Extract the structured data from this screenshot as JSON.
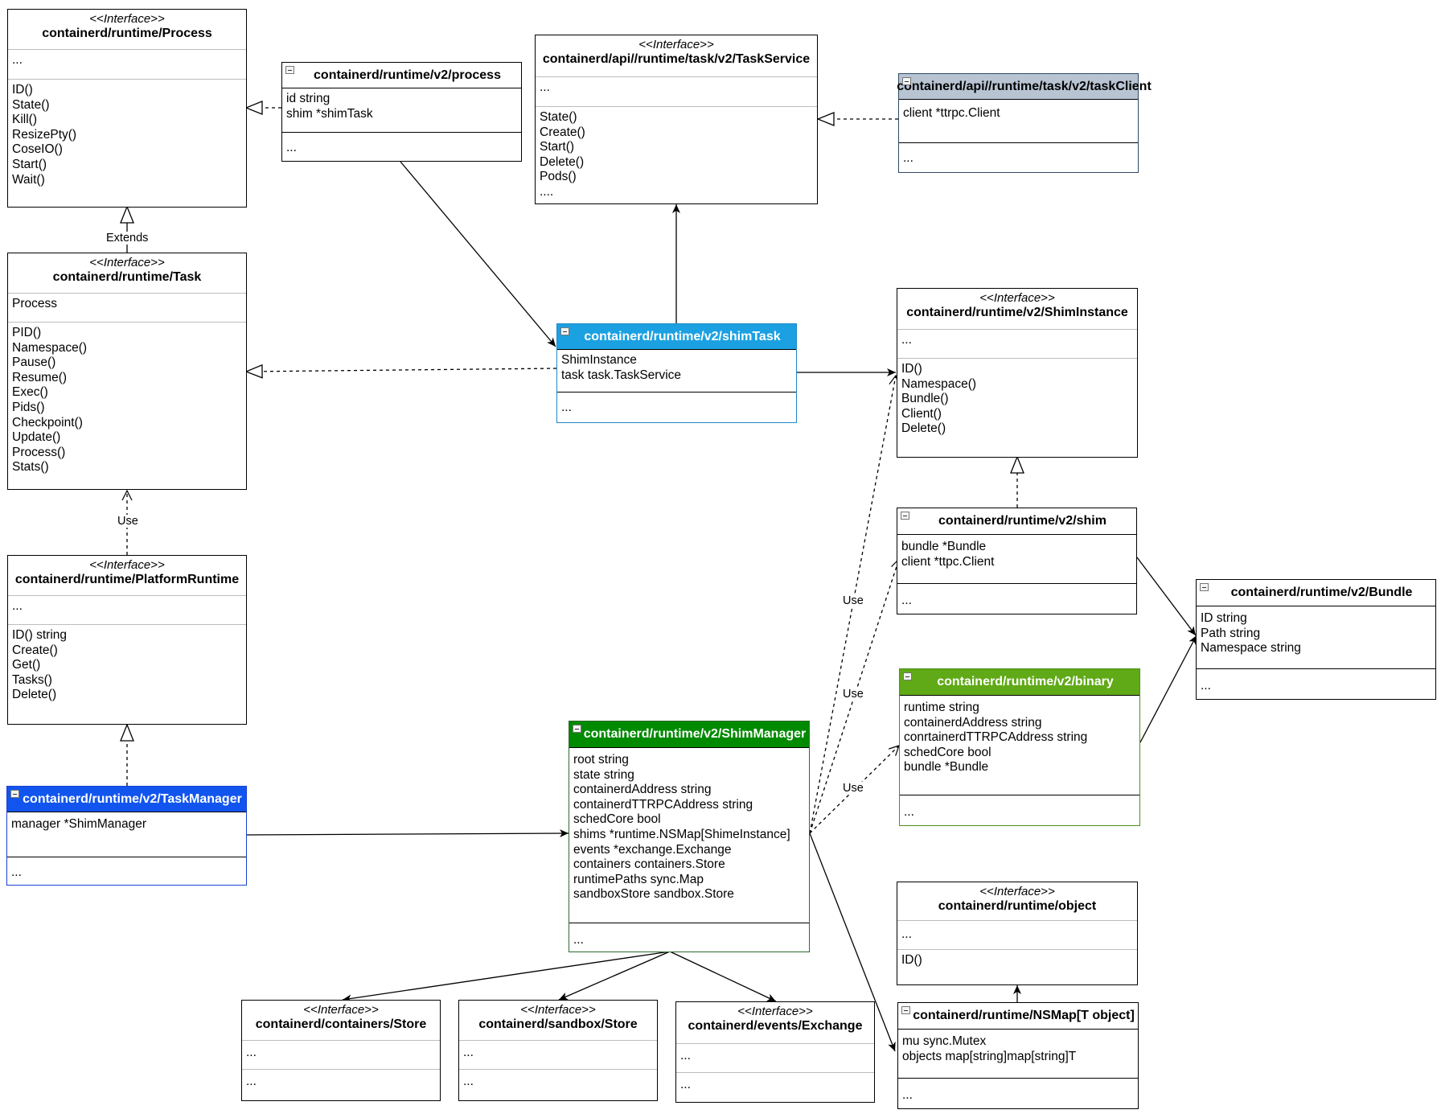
{
  "boxes": {
    "process_iface": {
      "stereotype": "<<Interface>>",
      "name": "containerd/runtime/Process",
      "fields": [
        "..."
      ],
      "methods": [
        "ID()",
        "State()",
        "Kill()",
        "ResizePty()",
        "CoseIO()",
        "Start()",
        "Wait()"
      ]
    },
    "task_iface": {
      "stereotype": "<<Interface>>",
      "name": "containerd/runtime/Task",
      "fields": [
        "Process"
      ],
      "methods": [
        "PID()",
        "Namespace()",
        "Pause()",
        "Resume()",
        "Exec()",
        "Pids()",
        "Checkpoint()",
        "Update()",
        "Process()",
        "Stats()"
      ]
    },
    "platform_runtime": {
      "stereotype": "<<Interface>>",
      "name": "containerd/runtime/PlatformRuntime",
      "fields": [
        "..."
      ],
      "methods": [
        "ID() string",
        "Create()",
        "Get()",
        "Tasks()",
        "Delete()"
      ]
    },
    "task_manager": {
      "name": "containerd/runtime/v2/TaskManager",
      "fields": [
        "manager *ShimManager"
      ],
      "methods": [
        "..."
      ],
      "color": "#1155ee"
    },
    "v2_process": {
      "name": "containerd/runtime/v2/process",
      "fields": [
        "id string",
        "shim *shimTask"
      ],
      "methods": [
        "..."
      ]
    },
    "task_service": {
      "stereotype": "<<Interface>>",
      "name": "containerd/api//runtime/task/v2/TaskService",
      "fields": [
        "..."
      ],
      "methods": [
        "State()",
        "Create()",
        "Start()",
        "Delete()",
        "Pods()",
        "...."
      ]
    },
    "task_client": {
      "name": "containerd/api//runtime/task/v2/taskClient",
      "fields": [
        "client *ttrpc.Client"
      ],
      "methods": [
        "..."
      ],
      "color": "#b8c4d2"
    },
    "shim_task": {
      "name": "containerd/runtime/v2/shimTask",
      "fields": [
        "ShimInstance",
        "task task.TaskService"
      ],
      "methods": [
        "..."
      ],
      "color": "#1ba1e2"
    },
    "shim_instance": {
      "stereotype": "<<Interface>>",
      "name": "containerd/runtime/v2/ShimInstance",
      "fields": [
        "..."
      ],
      "methods": [
        "ID()",
        "Namespace()",
        "Bundle()",
        "Client()",
        "Delete()"
      ]
    },
    "shim": {
      "name": "containerd/runtime/v2/shim",
      "fields": [
        "bundle *Bundle",
        "client *ttpc.Client"
      ],
      "methods": [
        "..."
      ]
    },
    "bundle": {
      "name": "containerd/runtime/v2/Bundle",
      "fields": [
        "ID string",
        "Path string",
        "Namespace string"
      ],
      "methods": [
        "..."
      ]
    },
    "binary": {
      "name": "containerd/runtime/v2/binary",
      "fields": [
        "runtime string",
        "containerdAddress string",
        "conrtainerdTTRPCAddress string",
        "schedCore bool",
        "bundle *Bundle"
      ],
      "methods": [
        "..."
      ],
      "color": "#60a917"
    },
    "shim_manager": {
      "name": "containerd/runtime/v2/ShimManager",
      "fields": [
        "root string",
        "state string",
        "containerdAddress string",
        "containerdTTRPCAddress string",
        "schedCore bool",
        "shims *runtime.NSMap[ShimeInstance]",
        "events *exchange.Exchange",
        "containers containers.Store",
        "runtimePaths sync.Map",
        "sandboxStore sandbox.Store"
      ],
      "methods": [
        "..."
      ],
      "color": "#008a00"
    },
    "object_iface": {
      "stereotype": "<<Interface>>",
      "name": "containerd/runtime/object",
      "fields": [
        "..."
      ],
      "methods": [
        "ID()"
      ]
    },
    "nsmap": {
      "name": "containerd/runtime/NSMap[T object]",
      "fields": [
        "mu sync.Mutex",
        "objects map[string]map[string]T"
      ],
      "methods": [
        "..."
      ]
    },
    "containers_store": {
      "stereotype": "<<Interface>>",
      "name": "containerd/containers/Store",
      "fields": [
        "..."
      ],
      "methods": [
        "..."
      ]
    },
    "sandbox_store": {
      "stereotype": "<<Interface>>",
      "name": "containerd/sandbox/Store",
      "fields": [
        "..."
      ],
      "methods": [
        "..."
      ]
    },
    "events_exchange": {
      "stereotype": "<<Interface>>",
      "name": "containerd/events/Exchange",
      "fields": [
        "..."
      ],
      "methods": [
        "..."
      ]
    }
  },
  "labels": {
    "extends": "Extends",
    "use_task": "Use",
    "use_1": "Use",
    "use_2": "Use",
    "use_3": "Use"
  },
  "colors": {
    "line": "#000000",
    "task_manager_border": "#1a3fd4",
    "shim_task_border": "#1f88c9",
    "shim_manager_border": "#2e6b2e",
    "binary_border": "#4f8f1a",
    "task_client_border": "#2f4a66"
  }
}
